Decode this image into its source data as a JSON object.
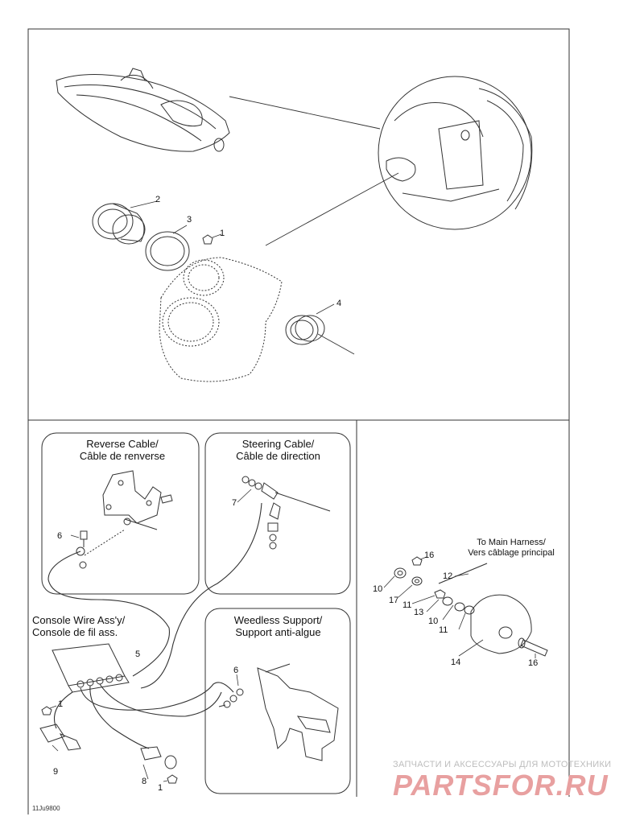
{
  "panels": {
    "reverse_cable": {
      "line1": "Reverse Cable/",
      "line2": "Câble de renverse"
    },
    "steering_cable": {
      "line1": "Steering Cable/",
      "line2": "Câble de direction"
    },
    "console_wire": {
      "line1": "Console Wire Ass'y/",
      "line2": "Console de fil ass."
    },
    "weedless_support": {
      "line1": "Weedless Support/",
      "line2": "Support anti-algue"
    }
  },
  "harness_label": {
    "line1": "To Main Harness/",
    "line2": "Vers câblage principal"
  },
  "part_numbers": {
    "top_2": "2",
    "top_3": "3",
    "top_1": "1",
    "top_4": "4",
    "rev_6": "6",
    "steer_7": "7",
    "console_5": "5",
    "weed_6": "6",
    "bot_1a": "1",
    "bot_9": "9",
    "bot_8": "8",
    "bot_1b": "1",
    "r_16a": "16",
    "r_12": "12",
    "r_10a": "10",
    "r_17": "17",
    "r_11a": "11",
    "r_13": "13",
    "r_10b": "10",
    "r_11b": "11",
    "r_14": "14",
    "r_16b": "16"
  },
  "drawing_code": "11Ju9800",
  "watermark": {
    "text": "ЗАПЧАСТИ И АКСЕССУАРЫ ДЛЯ МОТОТЕХНИКИ",
    "logo": "PARTSFOR.RU"
  }
}
